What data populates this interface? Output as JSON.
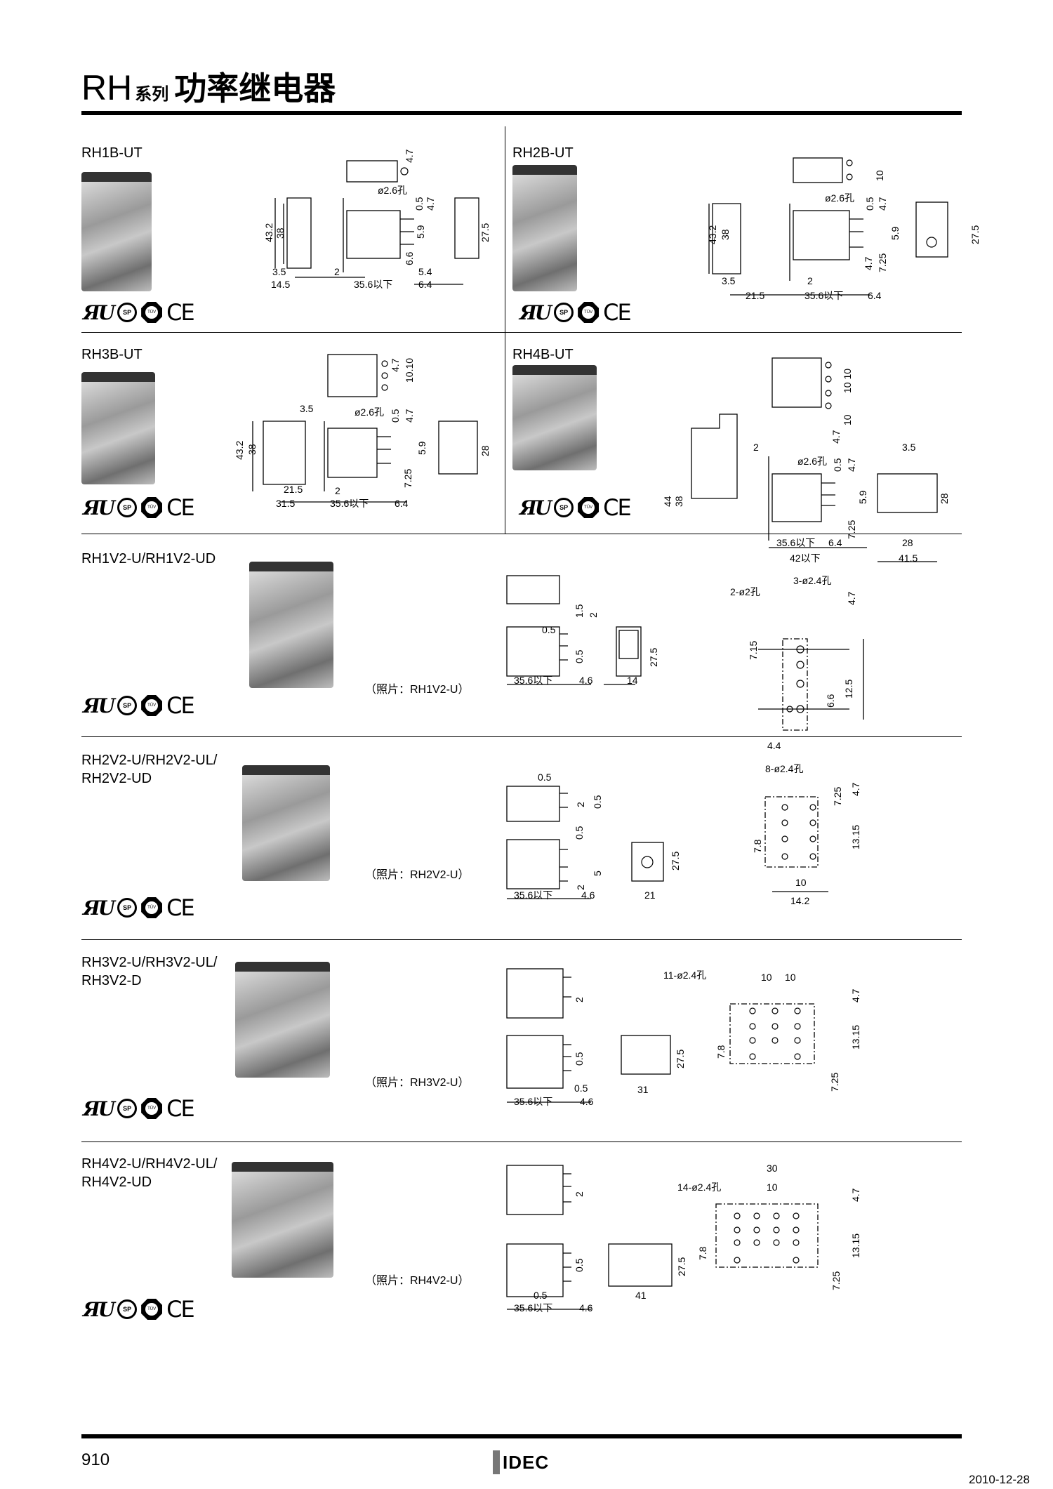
{
  "header": {
    "series": "RH",
    "series_suffix": "系列",
    "title": "功率继电器"
  },
  "sections": [
    {
      "name": "RH1B-UT",
      "dims": [
        "4.7",
        "ø2.6孔",
        "0.5",
        "4.7",
        "43.2",
        "38",
        "5.9",
        "27.5",
        "6.6",
        "3.5",
        "2",
        "5.4",
        "14.5",
        "35.6以下",
        "6.4"
      ]
    },
    {
      "name": "RH2B-UT",
      "dims": [
        "10",
        "ø2.6孔",
        "0.5",
        "4.7",
        "43.2",
        "38",
        "5.9",
        "27.5",
        "4.7",
        "7.25",
        "3.5",
        "2",
        "21.5",
        "35.6以下",
        "6.4"
      ]
    },
    {
      "name": "RH3B-UT",
      "dims": [
        "4.7",
        "10.10",
        "3.5",
        "ø2.6孔",
        "0.5",
        "4.7",
        "43.2",
        "38",
        "5.9",
        "28",
        "7.25",
        "21.5",
        "2",
        "31.5",
        "35.6以下",
        "6.4"
      ]
    },
    {
      "name": "RH4B-UT",
      "dims": [
        "10 10",
        "10",
        "4.7",
        "2",
        "ø2.6孔",
        "0.5",
        "4.7",
        "3.5",
        "44",
        "38",
        "5.9",
        "28",
        "7.25",
        "35.6以下",
        "6.4",
        "28",
        "42以下",
        "41.5"
      ]
    },
    {
      "name": "RH1V2-U/RH1V2-UD",
      "caption": "（照片：RH1V2-U）",
      "dims": [
        "1.5",
        "2",
        "0.5",
        "0.5",
        "27.5",
        "35.6以下",
        "4.6",
        "14",
        "2-ø2孔",
        "3-ø2.4孔",
        "4.7",
        "7.15",
        "6.6",
        "12.5",
        "4.4"
      ]
    },
    {
      "name_line1": "RH2V2-U/RH2V2-UL/",
      "name_line2": "RH2V2-UD",
      "caption": "（照片：RH2V2-U）",
      "dims": [
        "0.5",
        "2",
        "0.5",
        "0.5",
        "2",
        "5",
        "27.5",
        "35.6以下",
        "4.6",
        "21",
        "8-ø2.4孔",
        "4.7",
        "7.25",
        "7.8",
        "13.15",
        "10",
        "14.2"
      ]
    },
    {
      "name_line1": "RH3V2-U/RH3V2-UL/",
      "name_line2": "RH3V2-D",
      "caption": "（照片：RH3V2-U）",
      "dims": [
        "2",
        "0.5",
        "27.5",
        "0.5",
        "31",
        "35.6以下",
        "4.6",
        "11-ø2.4孔",
        "10",
        "10",
        "4.7",
        "7.8",
        "13.15",
        "7.25"
      ]
    },
    {
      "name_line1": "RH4V2-U/RH4V2-UL/",
      "name_line2": "RH4V2-UD",
      "caption": "（照片：RH4V2-U）",
      "dims": [
        "2",
        "0.5",
        "27.5",
        "0.5",
        "35.6以下",
        "4.6",
        "41",
        "30",
        "14-ø2.4孔",
        "10",
        "4.7",
        "7.8",
        "13.15",
        "7.25"
      ]
    }
  ],
  "certifications": [
    "ul-mark-icon",
    "csa-mark-icon",
    "tuv-mark-icon",
    "ce-mark-icon"
  ],
  "footer": {
    "page_number": "910",
    "logo": "IDEC",
    "date": "2010-12-28"
  }
}
